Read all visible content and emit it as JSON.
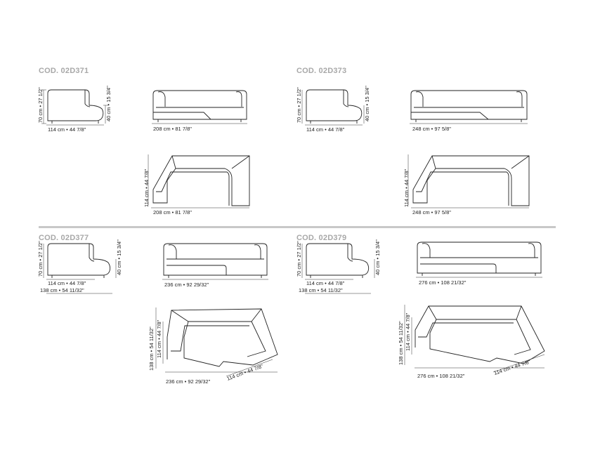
{
  "codes": {
    "c1": "COD. 02D371",
    "c2": "COD. 02D373",
    "c3": "COD. 02D377",
    "c4": "COD. 02D379"
  },
  "dims": {
    "c1_height": "70 cm • 27 1/2\"",
    "c1_seat": "40 cm • 15 3/4\"",
    "c1_depth": "114 cm • 44 7/8\"",
    "c1_width": "208 cm • 81 7/8\"",
    "c1_plan_depth": "114 cm • 44 7/8\"",
    "c1_plan_width": "208 cm • 81 7/8\"",
    "c2_height": "70 cm • 27 1/2\"",
    "c2_seat": "40 cm • 15 3/4\"",
    "c2_depth": "114 cm • 44 7/8\"",
    "c2_width": "248 cm • 97 5/8\"",
    "c2_plan_depth": "114 cm • 44 7/8\"",
    "c2_plan_width": "248 cm • 97 5/8\"",
    "c3_height": "70 cm • 27 1/2\"",
    "c3_seat": "40 cm • 15 3/4\"",
    "c3_depth": "114 cm • 44 7/8\"",
    "c3_depth2": "138 cm • 54 11/32\"",
    "c3_width": "236 cm • 92 29/32\"",
    "c3_plan_depth2": "138 cm • 54 11/32\"",
    "c3_plan_depth": "114 cm • 44 7/8\"",
    "c3_plan_width": "236 cm • 92 29/32\"",
    "c3_plan_diag": "114 cm • 44 7/8\"",
    "c4_height": "70 cm • 27 1/2\"",
    "c4_seat": "40 cm • 15 3/4\"",
    "c4_depth": "114 cm • 44 7/8\"",
    "c4_depth2": "138 cm • 54 11/32\"",
    "c4_width": "276 cm • 108 21/32\"",
    "c4_plan_depth2": "138 cm • 54 11/32\"",
    "c4_plan_depth": "114 cm • 44 7/8\"",
    "c4_plan_width": "276 cm • 108 21/32\"",
    "c4_plan_diag": "114 cm • 44 7/8\""
  }
}
